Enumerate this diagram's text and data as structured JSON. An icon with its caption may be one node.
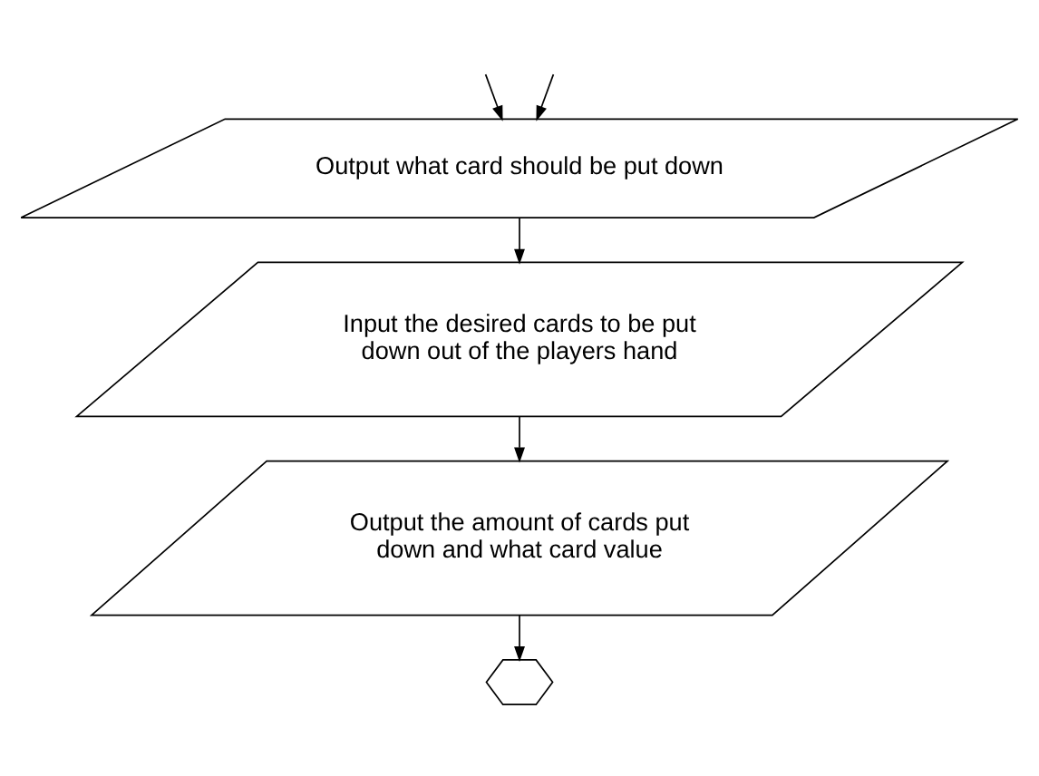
{
  "diagram": {
    "nodes": [
      {
        "text": [
          "Output what card should be put down"
        ]
      },
      {
        "text": [
          "Input the desired cards to be put down out of the players hand"
        ]
      },
      {
        "text": [
          "Output the amount of cards put down and what card value"
        ]
      },
      {
        "text": [],
        "shape": "hexagon"
      }
    ],
    "edges": [
      {
        "from": null,
        "to": 0,
        "arrow": "to"
      },
      {
        "from": null,
        "to": 0,
        "arrow": "to"
      },
      {
        "from": 0,
        "to": 1,
        "arrow": "to"
      },
      {
        "from": 1,
        "to": 2,
        "arrow": "to"
      },
      {
        "from": 2,
        "to": 3,
        "arrow": "to"
      }
    ]
  }
}
